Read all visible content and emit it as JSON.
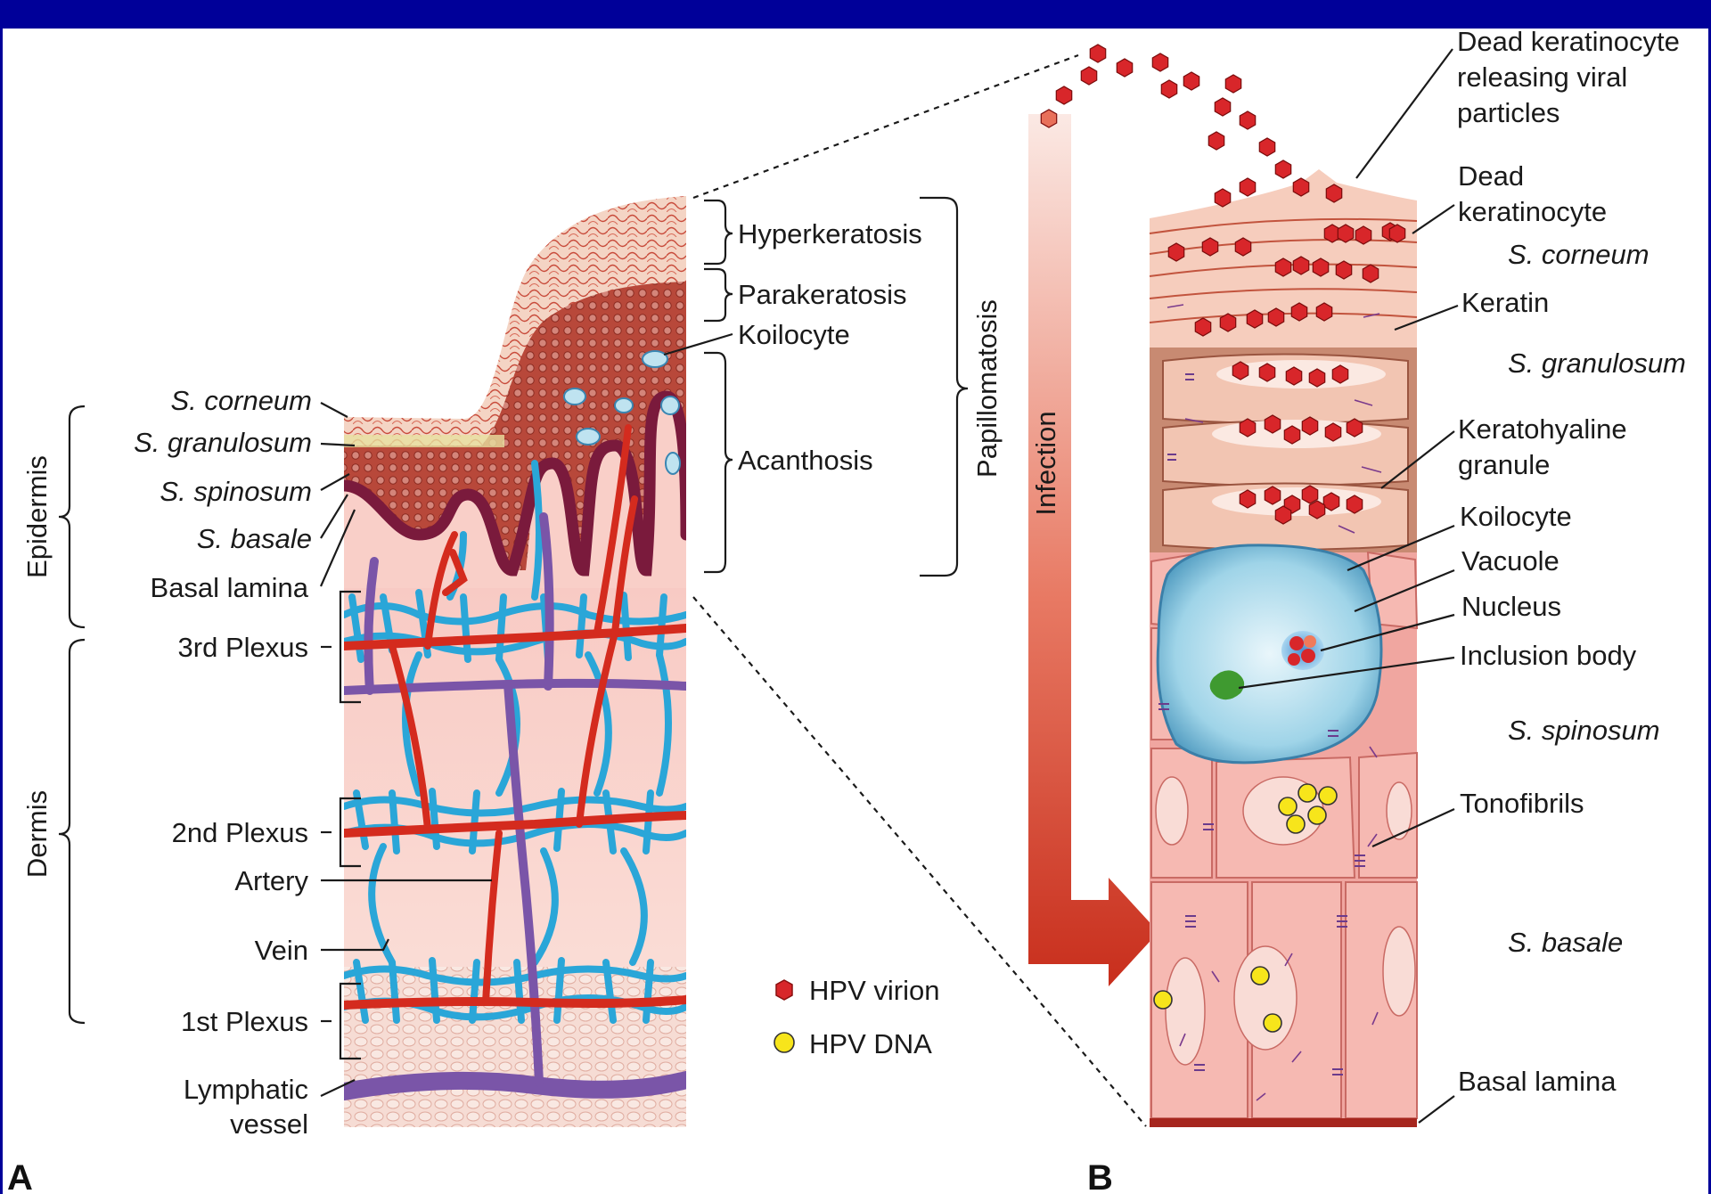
{
  "colors": {
    "border": "#000099",
    "virion": "#d8262a",
    "dna": "#f7e51b",
    "vein": "#2aa6d8",
    "artery": "#d42b1e",
    "lymph": "#7a55a8",
    "basal_lamina": "#7a1a3c"
  },
  "panel_a": {
    "letter": "A",
    "groups": {
      "epidermis": "Epidermis",
      "dermis": "Dermis"
    },
    "left_labels": {
      "corneum": "S. corneum",
      "granulosum": "S. granulosum",
      "spinosum": "S. spinosum",
      "basale": "S. basale",
      "basal_lamina": "Basal lamina",
      "plexus3": "3rd Plexus",
      "plexus2": "2nd Plexus",
      "artery": "Artery",
      "vein": "Vein",
      "plexus1": "1st Plexus",
      "lymph_1": "Lymphatic",
      "lymph_2": "vessel"
    },
    "right_labels": {
      "hyperkeratosis": "Hyperkeratosis",
      "parakeratosis": "Parakeratosis",
      "koilocyte": "Koilocyte",
      "acanthosis": "Acanthosis",
      "papillomatosis": "Papillomatosis"
    }
  },
  "legend": {
    "virion": "HPV virion",
    "dna": "HPV DNA"
  },
  "panel_b": {
    "letter": "B",
    "arrow_label": "Infection",
    "labels": {
      "dead_release_1": "Dead keratinocyte",
      "dead_release_2": "releasing viral",
      "dead_release_3": "particles",
      "dead_1": "Dead",
      "dead_2": "keratinocyte",
      "keratin": "Keratin",
      "kh_1": "Keratohyaline",
      "kh_2": "granule",
      "koilocyte": "Koilocyte",
      "vacuole": "Vacuole",
      "nucleus": "Nucleus",
      "inclusion": "Inclusion body",
      "tonofibrils": "Tonofibrils",
      "basal_lamina": "Basal lamina"
    },
    "layers": {
      "corneum": "S. corneum",
      "granulosum": "S. granulosum",
      "spinosum": "S. spinosum",
      "basale": "S. basale"
    }
  }
}
